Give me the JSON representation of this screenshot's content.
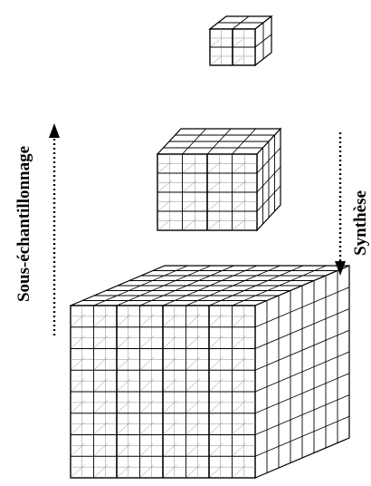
{
  "labels": {
    "left_arrow": "Sous-échantillonnage",
    "right_arrow": "Synthèse"
  },
  "pyramid": [
    {
      "name": "level-coarse",
      "divisions": 2
    },
    {
      "name": "level-medium",
      "divisions": 4
    },
    {
      "name": "level-fine",
      "divisions": 8
    }
  ],
  "colors": {
    "line": "#000000",
    "inner_line": "#8c8c8c",
    "background": "#ffffff"
  }
}
